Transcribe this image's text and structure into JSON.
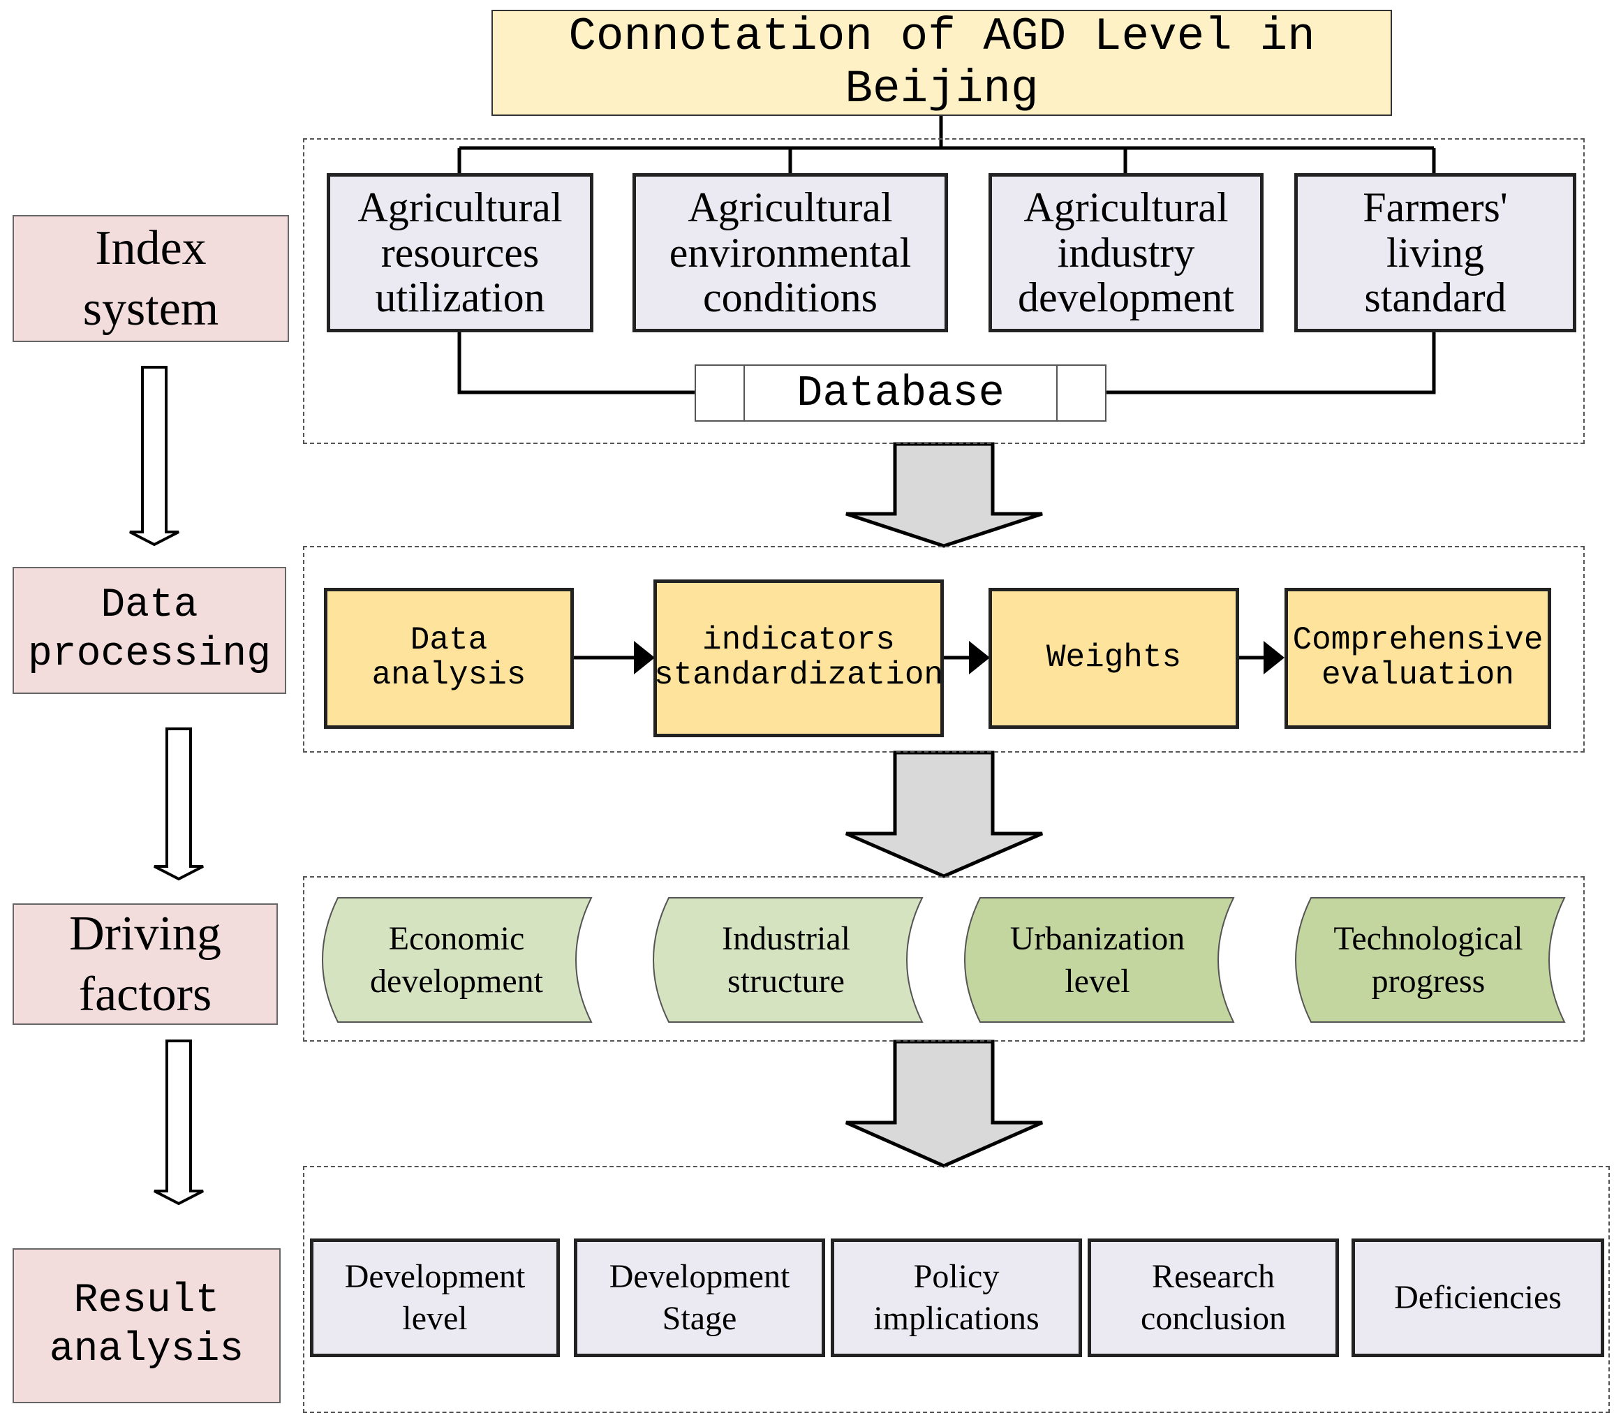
{
  "title": "Connotation of AGD Level in Beijing",
  "stages": [
    {
      "id": "index",
      "label": "Index\nsystem"
    },
    {
      "id": "data",
      "label": "Data\nprocessing"
    },
    {
      "id": "driving",
      "label": "Driving\nfactors"
    },
    {
      "id": "result",
      "label": "Result\nanalysis"
    }
  ],
  "index_system": {
    "categories": [
      "Agricultural\nresources\nutilization",
      "Agricultural\nenvironmental\nconditions",
      "Agricultural\nindustry\ndevelopment",
      "Farmers'\nliving\nstandard"
    ],
    "database": "Database"
  },
  "data_processing": {
    "steps": [
      "Data\nanalysis",
      "indicators\nstandardization",
      "Weights",
      "Comprehensive\nevaluation"
    ]
  },
  "driving_factors": {
    "factors": [
      "Economic\ndevelopment",
      "Industrial\nstructure",
      "Urbanization\nlevel",
      "Technological\nprogress"
    ],
    "colors": [
      "#d6e3c1",
      "#d6e3c1",
      "#c4d6a0",
      "#c4d6a0"
    ]
  },
  "result_analysis": {
    "items": [
      "Development\nlevel",
      "Development\nStage",
      "Policy\nimplications",
      "Research\nconclusion",
      "Deficiencies"
    ]
  }
}
